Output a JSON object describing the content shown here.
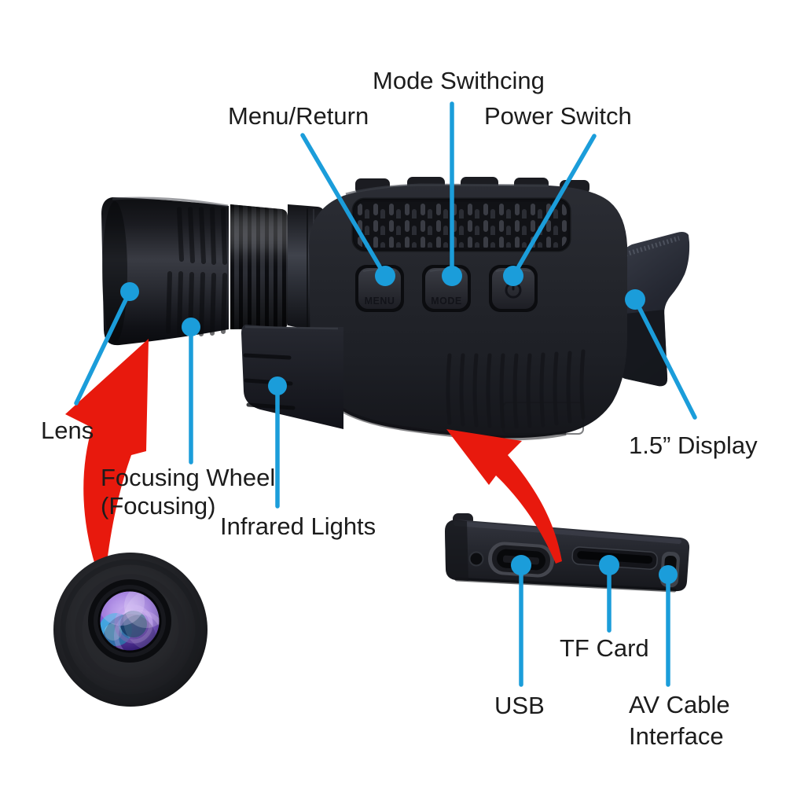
{
  "diagram": {
    "background": "#ffffff",
    "callout_color": "#1b9dda",
    "arrow_color": "#e8190d",
    "label_color": "#1c1c1c",
    "labels": {
      "mode_switching": "Mode Swithcing",
      "menu_return": "Menu/Return",
      "power_switch": "Power Switch",
      "lens": "Lens",
      "focusing_wheel": [
        "Focusing Wheel",
        "(Focusing)"
      ],
      "infrared_lights": "Infrared Lights",
      "display": "1.5” Display",
      "tf_card": "TF Card",
      "usb": "USB",
      "av_cable": [
        "AV Cable",
        "Interface"
      ]
    },
    "device": {
      "button_labels": [
        "MENU",
        "MODE"
      ]
    }
  }
}
